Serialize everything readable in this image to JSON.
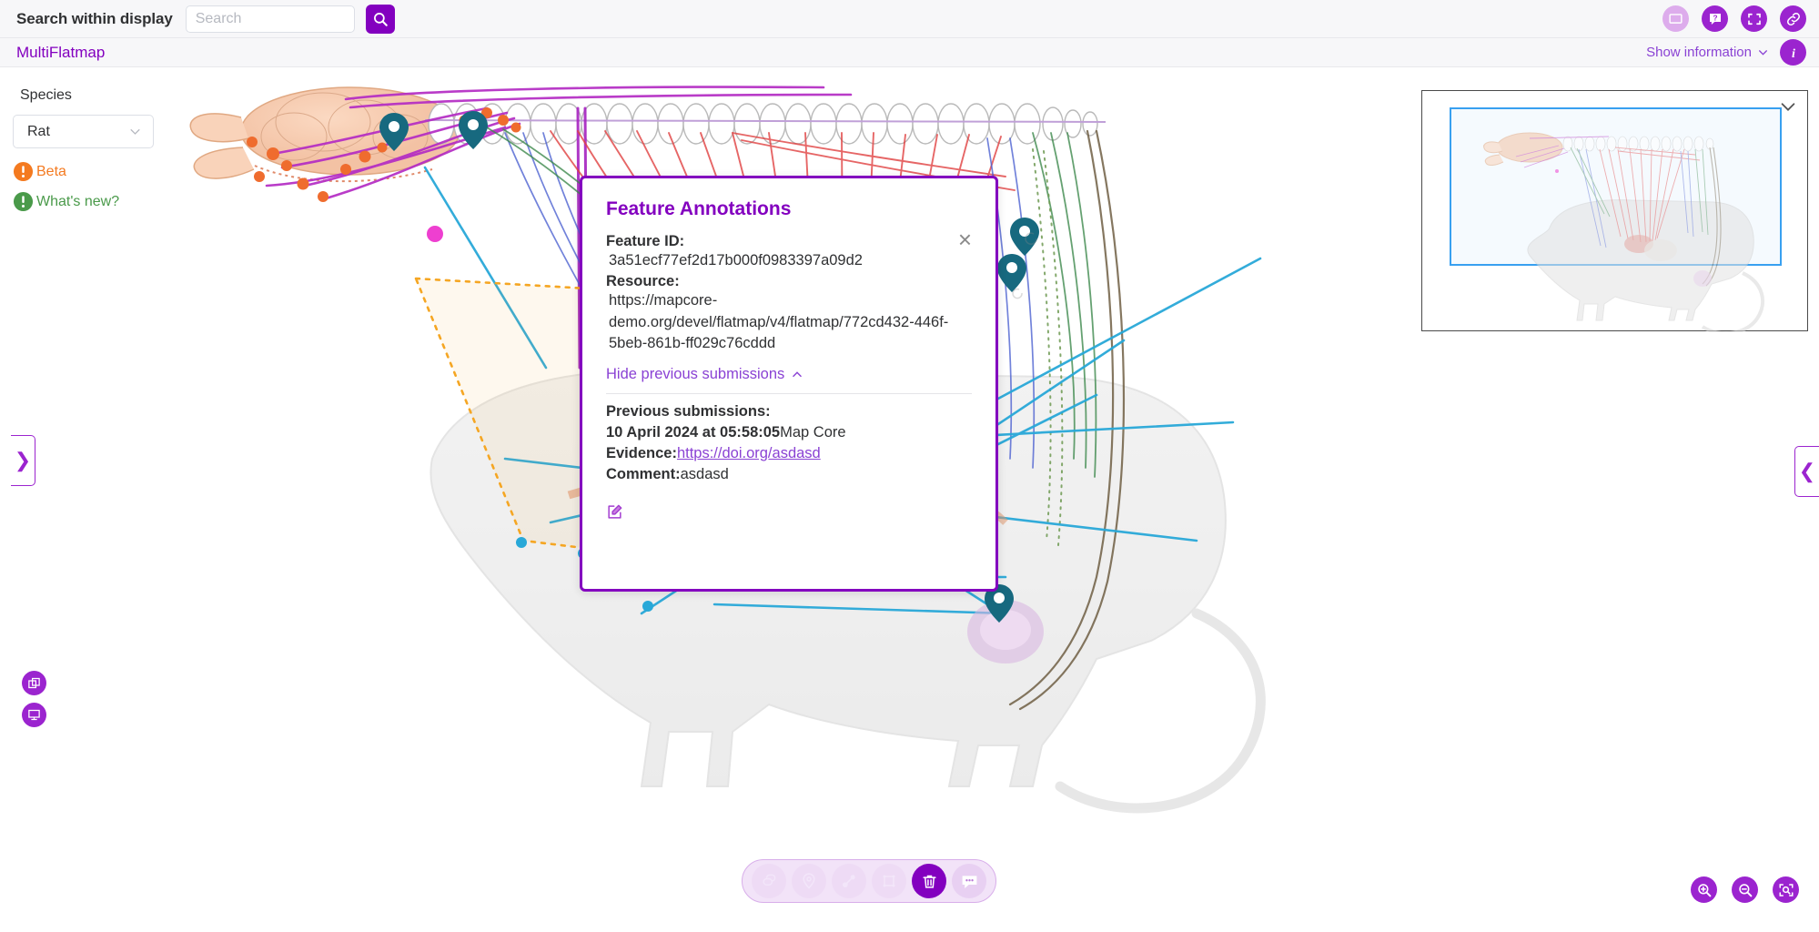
{
  "search": {
    "label": "Search within display",
    "placeholder": "Search",
    "value": "",
    "button_icon": "search-icon"
  },
  "top_icons": [
    {
      "name": "window-icon",
      "title": "Display panel"
    },
    {
      "name": "help-icon",
      "title": "Help"
    },
    {
      "name": "fullscreen-icon",
      "title": "Fit to window"
    },
    {
      "name": "link-icon",
      "title": "Copy permalink"
    }
  ],
  "titlebar": {
    "title": "MultiFlatmap",
    "show_information": "Show information",
    "chevron": "chevron-down-icon",
    "info_icon": "info-icon"
  },
  "sidebar": {
    "species_label": "Species",
    "species_value": "Rat",
    "species_options": [
      "Rat"
    ],
    "badges": [
      {
        "label": "Beta",
        "icon": "exclamation-circle-icon",
        "color": "#f47a20"
      },
      {
        "label": "What's new?",
        "icon": "exclamation-circle-icon",
        "color": "#4a9a4a"
      }
    ]
  },
  "side_tabs": {
    "left": "❯",
    "right": "❮"
  },
  "bottom_left_buttons": [
    {
      "name": "layers-icon"
    },
    {
      "name": "monitor-icon"
    }
  ],
  "minimap": {
    "collapse_icon": "chevron-down-icon"
  },
  "popup": {
    "title": "Feature Annotations",
    "close_icon": "close-icon",
    "feature_id_key": "Feature ID:",
    "feature_id_value": "3a51ecf77ef2d17b000f0983397a09d2",
    "resource_key": "Resource:",
    "resource_value": "https://mapcore-demo.org/devel/flatmap/v4/flatmap/772cd432-446f-5beb-861b-ff029c76cddd",
    "toggle_label": "Hide previous submissions",
    "toggle_icon": "chevron-up-icon",
    "previous_title": "Previous submissions:",
    "submission_date": "10 April 2024 at 05:58:05",
    "submission_author": "Map Core",
    "evidence_key": "Evidence:",
    "evidence_value": "https://doi.org/asdasd",
    "comment_key": "Comment:",
    "comment_value": "asdasd",
    "edit_icon": "edit-square-icon"
  },
  "bottom_toolbar": [
    {
      "name": "connectivity-icon",
      "state": "disabled"
    },
    {
      "name": "marker-pin-icon",
      "state": "disabled"
    },
    {
      "name": "line-tool-icon",
      "state": "disabled"
    },
    {
      "name": "polygon-tool-icon",
      "state": "disabled"
    },
    {
      "name": "delete-icon",
      "state": "active"
    },
    {
      "name": "comment-icon",
      "state": "light"
    }
  ],
  "zoom_controls": [
    {
      "name": "zoom-in-icon"
    },
    {
      "name": "zoom-out-icon"
    },
    {
      "name": "zoom-fit-icon"
    }
  ],
  "colors": {
    "accent": "#8300bf",
    "accent_light": "#9b24cf",
    "link": "#8a42d4",
    "beta": "#f47a20",
    "whatsnew": "#4a9a4a",
    "minimap_view": "#38a0f0"
  }
}
